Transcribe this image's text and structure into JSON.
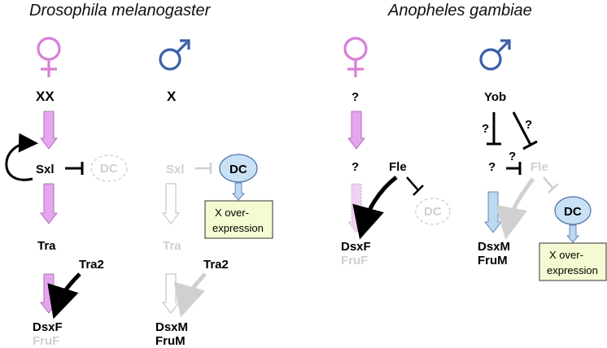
{
  "titles": {
    "left": "Drosophila melanogaster",
    "right": "Anopheles gambiae"
  },
  "symbols": {
    "female": "female-symbol",
    "male": "male-symbol",
    "female_color": "#d77fd8",
    "male_color": "#3b5fa8"
  },
  "drosophila": {
    "female": {
      "chromosome": "XX",
      "sxl": "Sxl",
      "dc": "DC",
      "tra": "Tra",
      "tra2": "Tra2",
      "out1": "DsxF",
      "out2": "FruF"
    },
    "male": {
      "chromosome": "X",
      "sxl": "Sxl",
      "dc": "DC",
      "box": [
        "X over-",
        "expression"
      ],
      "tra": "Tra",
      "tra2": "Tra2",
      "out1": "DsxM",
      "out2": "FruM"
    }
  },
  "anopheles": {
    "female": {
      "top": "?",
      "mid": "?",
      "fle": "Fle",
      "dc": "DC",
      "out1": "DsxF",
      "out2": "FruF"
    },
    "male": {
      "yob": "Yob",
      "q1": "?",
      "q2": "?",
      "q3": "?",
      "q4": "?",
      "fle": "Fle",
      "dc": "DC",
      "box": [
        "X over-",
        "expression"
      ],
      "out1": "DsxM",
      "out2": "FruM"
    }
  },
  "colors": {
    "pink_arrow": "#e6a6ef",
    "blue_arrow": "#bcd9f2",
    "grey": "#cfcfcf",
    "box_fill": "#f4fad2"
  }
}
